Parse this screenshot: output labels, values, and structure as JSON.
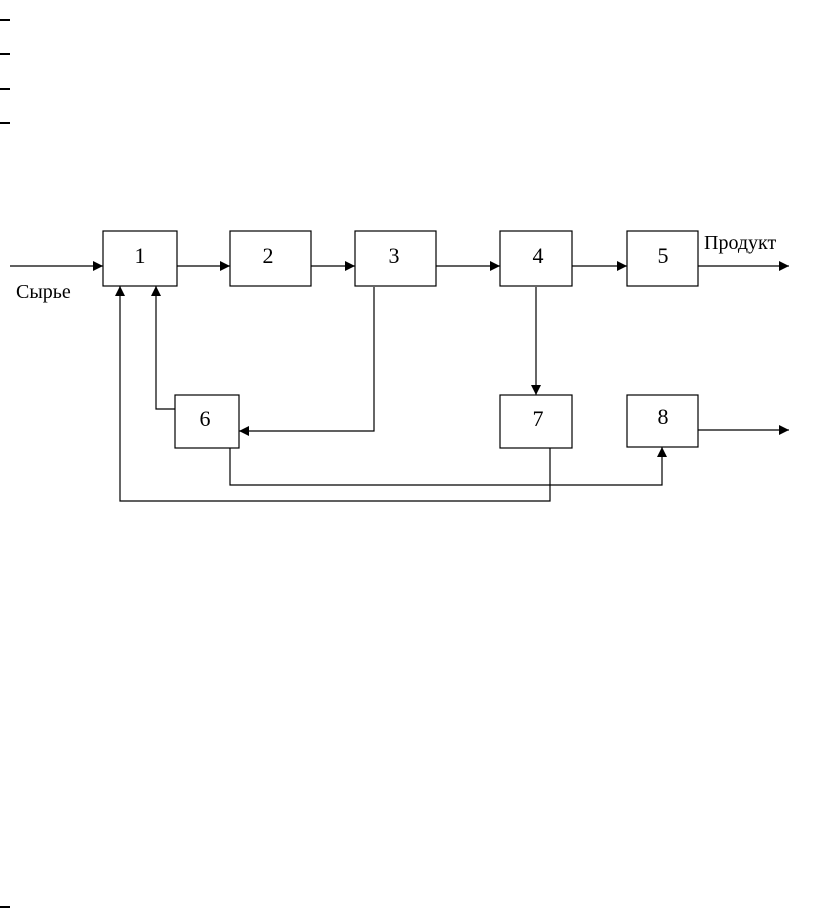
{
  "diagram": {
    "blocks": {
      "b1": "1",
      "b2": "2",
      "b3": "3",
      "b4": "4",
      "b5": "5",
      "b6": "6",
      "b7": "7",
      "b8": "8"
    },
    "input_label": "Сырье",
    "output_label": "Продукт"
  }
}
